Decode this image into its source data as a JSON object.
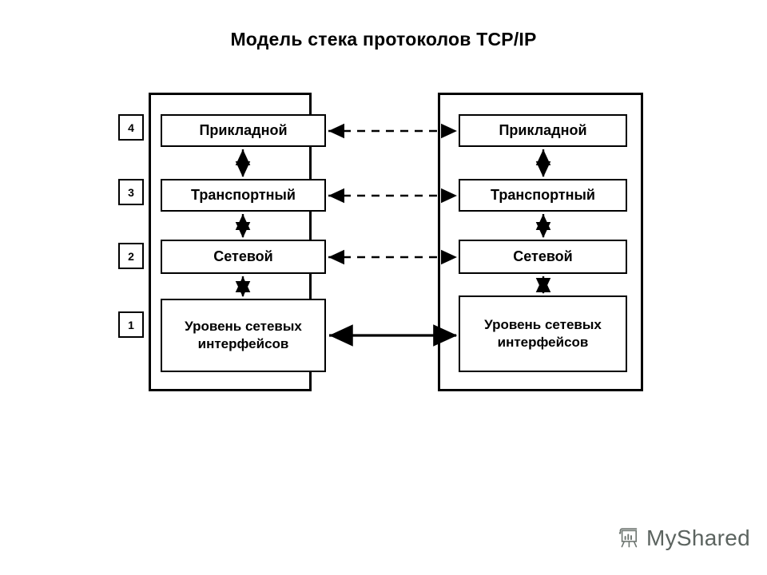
{
  "slide": {
    "title": "Модель стека протоколов TCP/IP",
    "background_color": "#ffffff",
    "line_color": "#000000"
  },
  "level_badges": [
    {
      "label": "4"
    },
    {
      "label": "3"
    },
    {
      "label": "2"
    },
    {
      "label": "1"
    }
  ],
  "hosts": [
    {
      "name": "left-host",
      "layers": [
        {
          "label": "Прикладной"
        },
        {
          "label": "Транспортный"
        },
        {
          "label": "Сетевой"
        },
        {
          "label": "Уровень сетевых интерфейсов"
        }
      ]
    },
    {
      "name": "right-host",
      "layers": [
        {
          "label": "Прикладной"
        },
        {
          "label": "Транспортный"
        },
        {
          "label": "Сетевой"
        },
        {
          "label": "Уровень сетевых интерфейсов"
        }
      ]
    }
  ],
  "connections": {
    "peer_links": [
      {
        "level": "4",
        "style": "dashed",
        "arrows": "both"
      },
      {
        "level": "3",
        "style": "dashed",
        "arrows": "both"
      },
      {
        "level": "2",
        "style": "dashed",
        "arrows": "both"
      },
      {
        "level": "1",
        "style": "solid",
        "arrows": "both"
      }
    ],
    "stack_links_style": "solid-double-headed"
  },
  "watermark": {
    "text": "MyShared",
    "icon": "flipchart-chart-icon",
    "color": "#5c6460"
  }
}
